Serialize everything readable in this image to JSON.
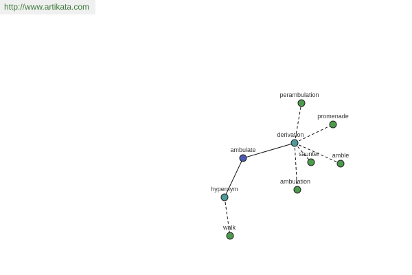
{
  "header": {
    "url": "http://www.artikata.com"
  },
  "colors": {
    "url_text": "#3d7b3d",
    "banner_bg": "#f0f0f0",
    "center_node": "#4a5ab0",
    "relation_node": "#4f9a9a",
    "word_node": "#4c9a4c",
    "edge": "#111111"
  },
  "graph": {
    "center": {
      "id": "ambulate",
      "label": "ambulate"
    },
    "relations": [
      {
        "id": "derivation",
        "label": "derivation"
      },
      {
        "id": "hypernym",
        "label": "hypernym"
      }
    ],
    "words": [
      {
        "id": "perambulation",
        "label": "perambulation",
        "relation": "derivation"
      },
      {
        "id": "promenade",
        "label": "promenade",
        "relation": "derivation"
      },
      {
        "id": "saunter",
        "label": "saunter",
        "relation": "derivation"
      },
      {
        "id": "amble",
        "label": "amble",
        "relation": "derivation"
      },
      {
        "id": "ambulation",
        "label": "ambulation",
        "relation": "derivation"
      },
      {
        "id": "walk",
        "label": "walk",
        "relation": "hypernym"
      }
    ]
  }
}
